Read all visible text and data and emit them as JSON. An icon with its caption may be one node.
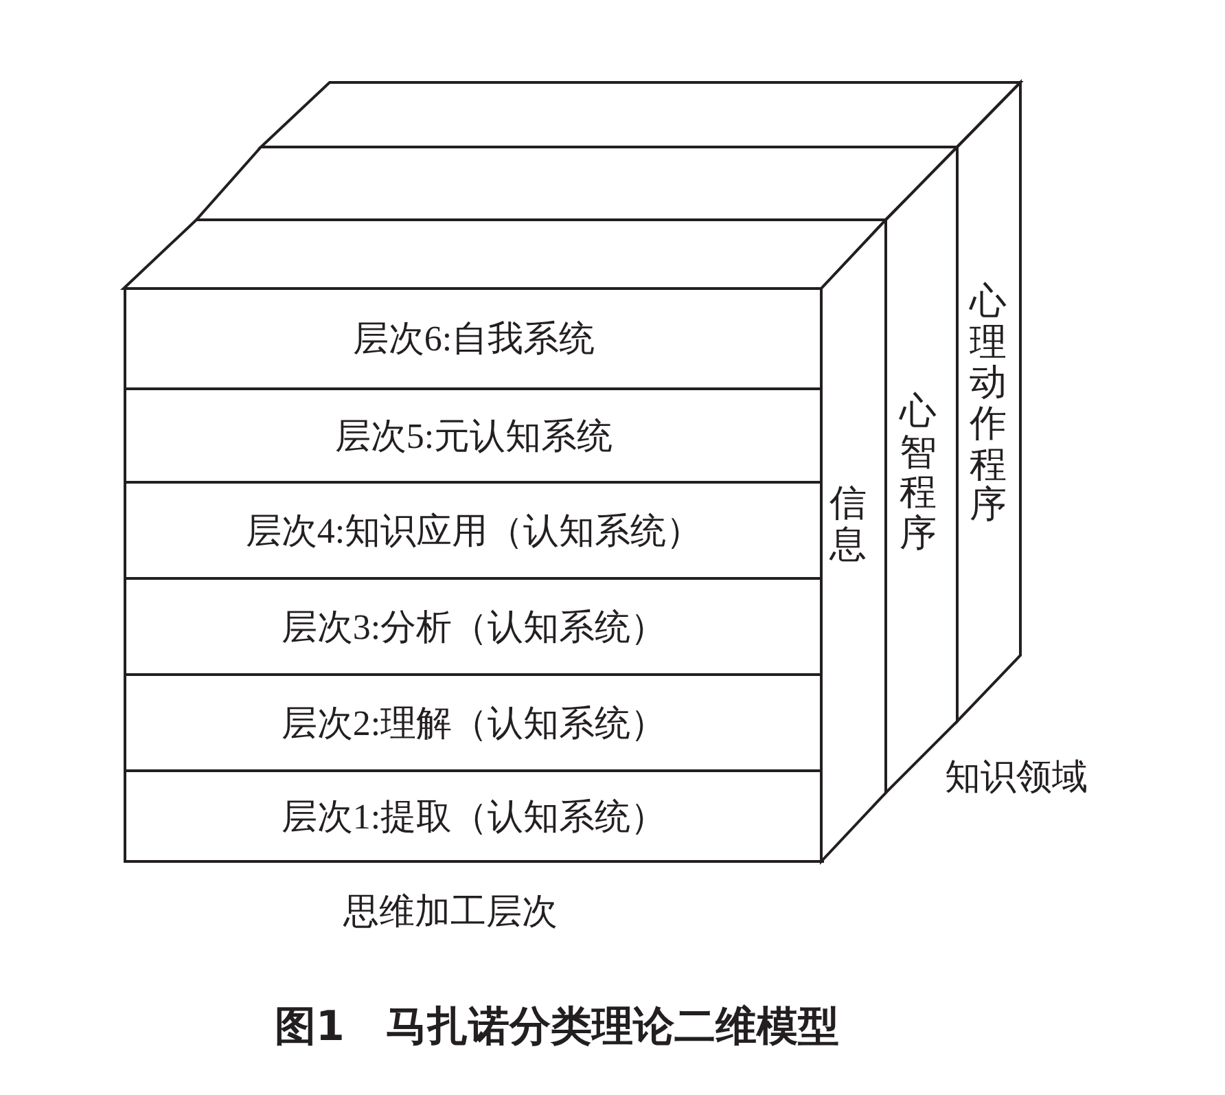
{
  "diagram": {
    "caption": "图1　马扎诺分类理论二维模型",
    "nodes": [
      {
        "text": [
          "层次6:自我系统"
        ]
      },
      {
        "text": [
          "层次5:元认知系统"
        ]
      },
      {
        "text": [
          "层次4:知识应用（认知系统）"
        ]
      },
      {
        "text": [
          "层次3:分析（认知系统）"
        ]
      },
      {
        "text": [
          "层次2:理解（认知系统）"
        ]
      },
      {
        "text": [
          "层次1:提取（认知系统）"
        ]
      },
      {
        "text": [
          "信息"
        ]
      },
      {
        "text": [
          "心智程序"
        ]
      },
      {
        "text": [
          "心理动作程序"
        ]
      }
    ],
    "labels": [
      "知识领域",
      "思维加工层次"
    ]
  }
}
